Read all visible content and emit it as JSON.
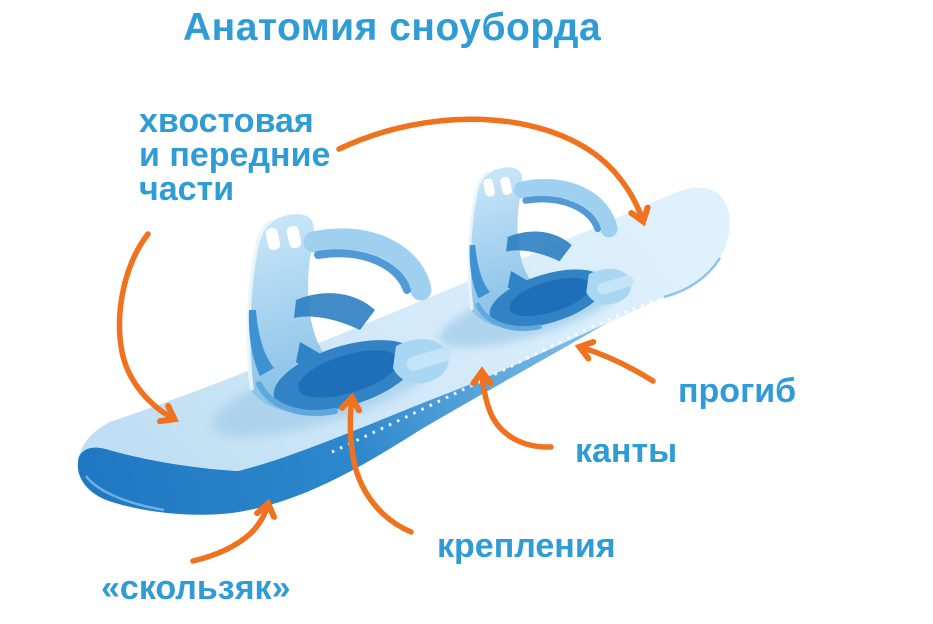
{
  "title": "Анатомия сноуборда",
  "labels": {
    "tail_nose": "хвостовая\nи передние\nчасти",
    "camber": "прогиб",
    "edges": "канты",
    "bindings": "крепления",
    "base": "«скользяк»"
  },
  "colors": {
    "label_blue": "#2F9CD6",
    "arrow_orange": "#F0711E",
    "board_top_light": "#DCEFFB",
    "board_top_shade": "#B9DAF1",
    "board_underside": "#2E88CC",
    "binding_light": "#A9D6F2",
    "binding_mid": "#4493D4",
    "binding_dark": "#2470B4",
    "edge_dash_white": "#FFFFFF"
  }
}
